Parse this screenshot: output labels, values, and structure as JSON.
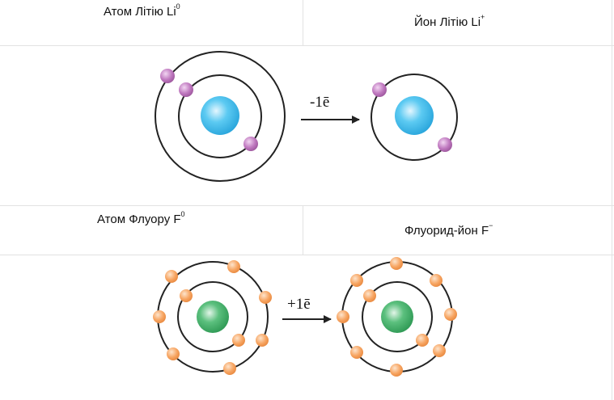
{
  "captions": {
    "li_atom": {
      "text": "Атом Літію Li",
      "sup": "0"
    },
    "li_ion": {
      "text": "Йон Літію Li",
      "sup": "+"
    },
    "f_atom": {
      "text": "Атом Флуору F",
      "sup": "0"
    },
    "f_ion": {
      "text": "Флуорид-йон F",
      "sup": "−"
    }
  },
  "reactions": {
    "lithium": "-1ē",
    "fluorine": "+1ē"
  },
  "colors": {
    "lithium_nucleus": "#38b8ec",
    "fluorine_nucleus": "#4db870",
    "lithium_electron": "#b870b8",
    "fluorine_electron": "#f5a060",
    "orbit": "#222222",
    "grid_line": "#e2e2e2"
  }
}
